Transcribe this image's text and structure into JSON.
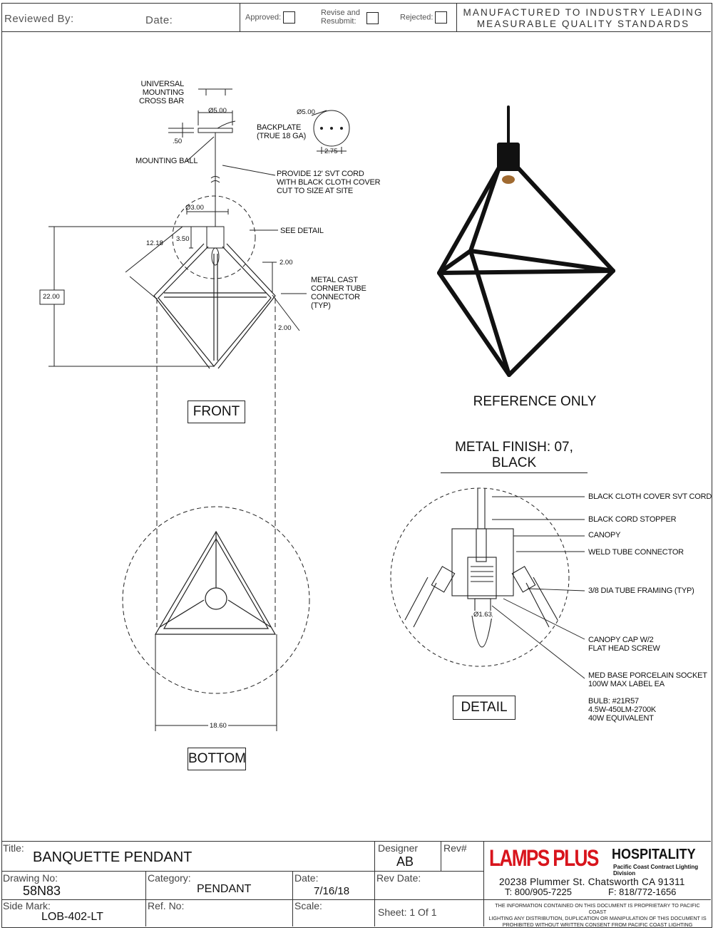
{
  "header": {
    "reviewed_by": "Reviewed By:",
    "date": "Date:",
    "approved": "Approved:",
    "revise_1": "Revise and",
    "revise_2": "Resubmit:",
    "rejected": "Rejected:",
    "tagline_1": "MANUFACTURED TO INDUSTRY LEADING",
    "tagline_2": "MEASURABLE QUALITY STANDARDS"
  },
  "front": {
    "mount_1": "UNIVERSAL MOUNTING",
    "mount_2": "CROSS BAR",
    "d500": "Ø5.00",
    "backplate_1": "BACKPLATE",
    "backplate_2": "(TRUE 18 GA)",
    "d050": ".50",
    "mount_ball": "MOUNTING BALL",
    "cord_1": "PROVIDE 12' SVT CORD",
    "cord_2": "WITH BLACK CLOTH COVER",
    "cord_3": "CUT TO SIZE AT SITE",
    "d300": "Ø3.00",
    "see_detail": "SEE DETAIL",
    "d350": "3.50",
    "d1218": "12.18",
    "d200a": "2.00",
    "cast_1": "METAL CAST",
    "cast_2": "CORNER TUBE",
    "cast_3": "CONNECTOR",
    "cast_4": "(TYP)",
    "d2200": "22.00",
    "d200b": "2.00",
    "plate_d500": "Ø5.00",
    "plate_d275": "2.75",
    "label": "FRONT"
  },
  "bottom": {
    "d1860": "18.60",
    "label": "BOTTOM"
  },
  "reference": {
    "label": "REFERENCE ONLY",
    "finish": "METAL FINISH: 07, BLACK"
  },
  "detail": {
    "label": "DETAIL",
    "d163": "Ø1.63",
    "callouts": [
      "BLACK CLOTH COVER SVT CORD",
      "BLACK CORD STOPPER",
      "CANOPY",
      "WELD TUBE CONNECTOR",
      "3/8 DIA TUBE FRAMING (TYP)",
      "CANOPY CAP W/2",
      "FLAT HEAD SCREW",
      "MED BASE PORCELAIN SOCKET",
      "100W MAX LABEL EA",
      "BULB: #21R57",
      "4.5W-450LM-2700K",
      "40W EQUIVALENT"
    ]
  },
  "titleblock": {
    "title_lbl": "Title:",
    "title": "BANQUETTE PENDANT",
    "designer_lbl": "Designer",
    "designer": "AB",
    "rev_lbl": "Rev#",
    "drawing_lbl": "Drawing No:",
    "drawing": "58N83",
    "category_lbl": "Category:",
    "category": "PENDANT",
    "date_lbl": "Date:",
    "date": "7/16/18",
    "revdate_lbl": "Rev Date:",
    "sidemark_lbl": "Side Mark:",
    "sidemark": "LOB-402-LT",
    "refno_lbl": "Ref. No:",
    "scale_lbl": "Scale:",
    "sheet": "Sheet: 1 Of 1",
    "logo_left": "LAMPS PLUS",
    "logo_right": "HOSPITALITY",
    "logo_sub": "Pacific Coast Contract Lighting Division",
    "address": "20238 Plummer St. Chatsworth CA 91311",
    "tel": "T: 800/905-7225",
    "fax": "F: 818/772-1656",
    "disclaimer_1": "THE INFORMATION CONTAINED ON THIS DOCUMENT IS PROPRIETARY TO PACIFIC COAST",
    "disclaimer_2": "LIGHTING ANY DISTRIBUTION, DUPLICATION OR MANIPULATION OF THIS DOCUMENT IS",
    "disclaimer_3": "PROHIBITED WITHOUT WRITTEN CONSENT FROM PACIFIC COAST LIGHTING"
  },
  "colors": {
    "logo_red": "#d8141c",
    "line": "#222222"
  }
}
